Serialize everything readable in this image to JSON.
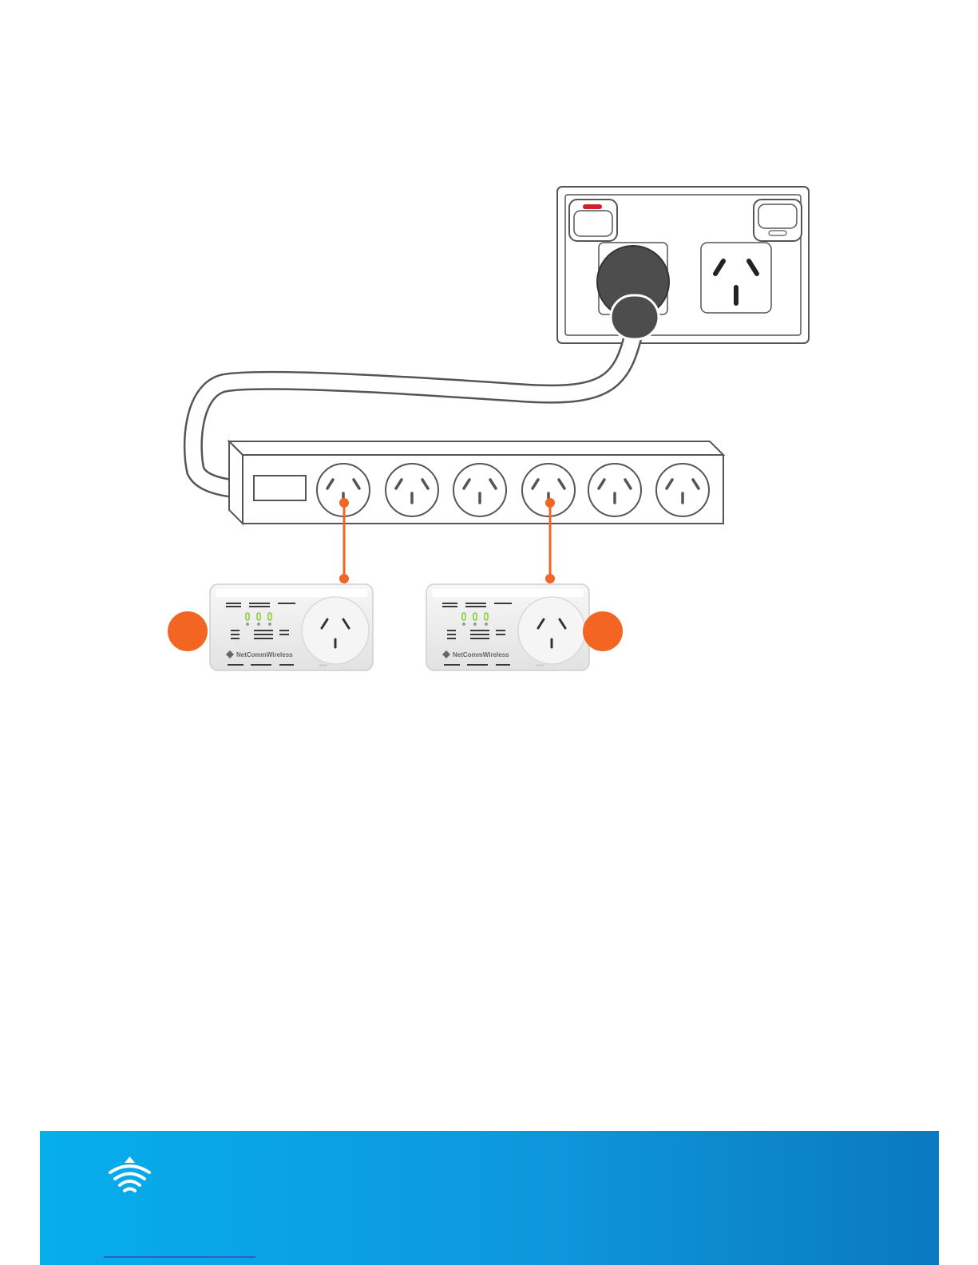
{
  "adapter_left": {
    "brand": "NetCommWireless",
    "model": "NP507"
  },
  "adapter_right": {
    "brand": "NetCommWireless",
    "model": "NP507"
  },
  "colors": {
    "accent_orange": "#f26522",
    "led_green": "#7ed321",
    "outline": "#555555",
    "plug": "#4d4d4d",
    "footer_start": "#06aeec",
    "footer_end": "#0a79c1"
  },
  "icons": {
    "footer": "wifi-signal-icon"
  }
}
